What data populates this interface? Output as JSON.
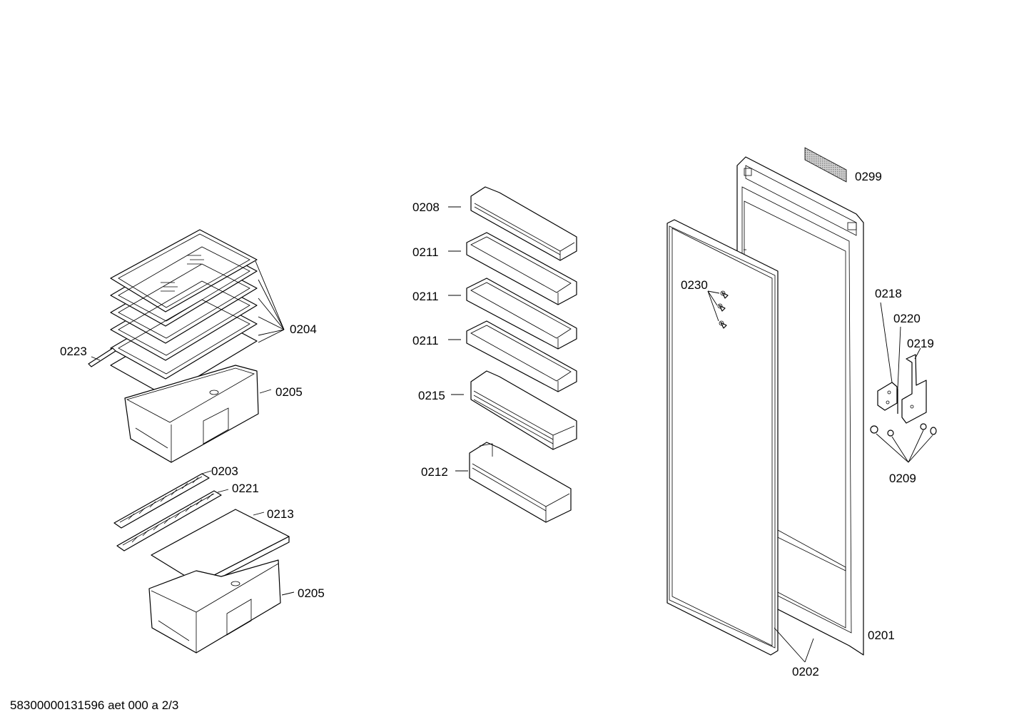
{
  "labels": {
    "p0204": "0204",
    "p0223": "0223",
    "p0205a": "0205",
    "p0203": "0203",
    "p0221": "0221",
    "p0213": "0213",
    "p0205b": "0205",
    "p0208": "0208",
    "p0211a": "0211",
    "p0211b": "0211",
    "p0211c": "0211",
    "p0215": "0215",
    "p0212": "0212",
    "p0299": "0299",
    "p0230": "0230",
    "p0218": "0218",
    "p0220": "0220",
    "p0219": "0219",
    "p0209": "0209",
    "p0201": "0201",
    "p0202": "0202"
  },
  "footer": "58300000131596 aet 000 a 2/3"
}
